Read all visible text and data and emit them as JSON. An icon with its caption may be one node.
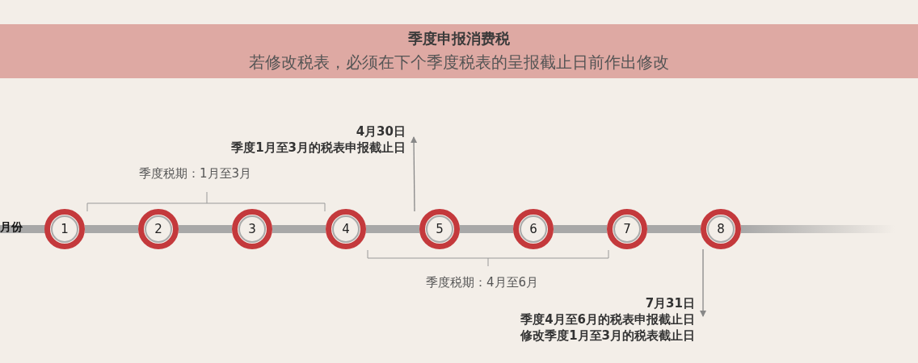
{
  "diagram": {
    "nodes": [
      {
        "text": [
          "季度申报消费税",
          "若修改税表，必须在下个季度税表的呈报截止日前作出修改"
        ]
      },
      {
        "text": [
          "1"
        ]
      },
      {
        "text": [
          "2"
        ]
      },
      {
        "text": [
          "3"
        ]
      },
      {
        "text": [
          "4"
        ]
      },
      {
        "text": [
          "5"
        ]
      },
      {
        "text": [
          "6"
        ]
      },
      {
        "text": [
          "7"
        ]
      },
      {
        "text": [
          "8"
        ]
      },
      {
        "text": [
          "4月30日",
          "季度1月至3月的税表申报截止日"
        ]
      },
      {
        "text": [
          "7月31日",
          "季度4月至6月的税表申报截止日",
          "修改季度1月至3月的税表截止日"
        ]
      }
    ],
    "edges": [
      {
        "from": 1,
        "to": 2,
        "arrow": "none"
      },
      {
        "from": 2,
        "to": 3,
        "arrow": "none"
      },
      {
        "from": 3,
        "to": 4,
        "arrow": "none"
      },
      {
        "from": 4,
        "to": 5,
        "arrow": "none"
      },
      {
        "from": 5,
        "to": 6,
        "arrow": "none"
      },
      {
        "from": 6,
        "to": 7,
        "arrow": "none"
      },
      {
        "from": 7,
        "to": 8,
        "arrow": "none"
      },
      {
        "from": null,
        "to": 9,
        "arrow": "to"
      },
      {
        "from": 8,
        "to": 10,
        "arrow": "to"
      }
    ],
    "labels": [
      "月份",
      "季度税期：1月至3月",
      "季度税期：4月至6月"
    ]
  }
}
